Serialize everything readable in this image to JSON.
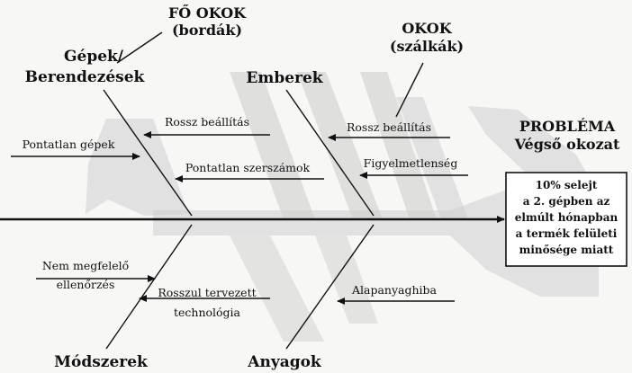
{
  "legend": {
    "main_causes": [
      "FŐ OKOK",
      "(bordák)"
    ],
    "sub_causes": [
      "OKOK",
      "(szálkák)"
    ]
  },
  "categories": {
    "machines": [
      "Gépek/",
      "Berendezések"
    ],
    "people": "Emberek",
    "methods": "Módszerek",
    "materials": "Anyagok"
  },
  "causes": {
    "machines_setting": "Rossz beállítás",
    "machines_imprecise": "Pontatlan gépek",
    "machines_tools": "Pontatlan szerszámok",
    "people_setting": "Rossz beállítás",
    "people_attention": "Figyelmetlenség",
    "methods_control": [
      "Nem megfelelő",
      "ellenőrzés"
    ],
    "methods_technology": [
      "Rosszul tervezett",
      "technológia"
    ],
    "materials_raw": "Alapanyaghiba"
  },
  "problem": {
    "title": [
      "PROBLÉMA",
      "Végső okozat"
    ],
    "box": [
      "10% selejt",
      "a 2. gépben az",
      "elmúlt hónapban",
      "a termék felületi",
      "minősége miatt"
    ]
  },
  "colors": {
    "ink": "#111111",
    "ghost_fish": "#cfcfcf",
    "background": "#f7f7f5"
  }
}
